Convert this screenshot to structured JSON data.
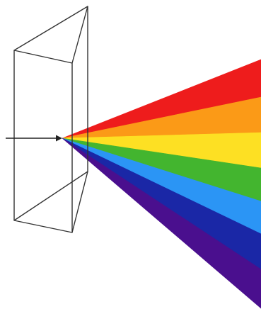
{
  "diagram": {
    "subject": "prism-dispersion",
    "spectrum_bands": [
      {
        "id": "red",
        "color": "#ee1c1c"
      },
      {
        "id": "orange",
        "color": "#fb9a17"
      },
      {
        "id": "yellow",
        "color": "#fde023"
      },
      {
        "id": "green",
        "color": "#43b52f"
      },
      {
        "id": "blue",
        "color": "#2b95f5"
      },
      {
        "id": "indigo",
        "color": "#1a27a6"
      },
      {
        "id": "violet",
        "color": "#4a0f8e"
      }
    ],
    "outline_color": "#333333",
    "ray_color": "#222222"
  }
}
